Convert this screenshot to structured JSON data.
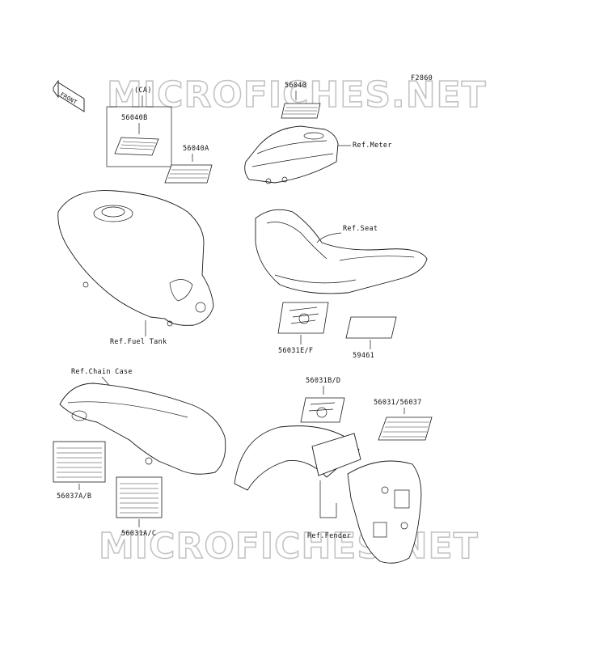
{
  "figure_code": "F2860",
  "front_label": "FRONT",
  "watermark": "MICROFICHES.NET",
  "labels": {
    "ca": "(CA)",
    "p56040B": "56040B",
    "p56040A": "56040A",
    "p56040": "56040",
    "ref_meter": "Ref.Meter",
    "ref_seat": "Ref.Seat",
    "ref_fuel_tank": "Ref.Fuel Tank",
    "p56031EF": "56031E/F",
    "p59461": "59461",
    "ref_chain_case": "Ref.Chain Case",
    "p56031BD": "56031B/D",
    "p56031_56037": "56031/56037",
    "p56037AB": "56037A/B",
    "p56031AC": "56031A/C",
    "ref_fender": "Ref.Fender"
  }
}
